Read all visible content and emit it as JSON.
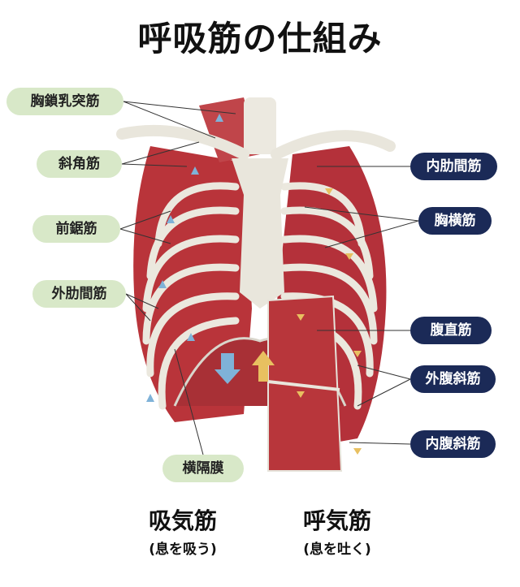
{
  "title": "呼吸筋の仕組み",
  "inspiratory_labels": [
    "胸鎖乳突筋",
    "斜角筋",
    "前鋸筋",
    "外肋間筋",
    "横隔膜"
  ],
  "expiratory_labels": [
    "内肋間筋",
    "胸横筋",
    "腹直筋",
    "外腹斜筋",
    "内腹斜筋"
  ],
  "footer": {
    "inspiratory": {
      "title": "吸気筋",
      "sub": "(息を吸う)"
    },
    "expiratory": {
      "title": "呼気筋",
      "sub": "(息を吐く)"
    }
  },
  "colors": {
    "inspiratory_pill": "#d8e8c8",
    "expiratory_pill": "#1b2a57",
    "muscle": "#b9343a",
    "bone": "#e9e6dc",
    "arrow_in": "#7fb2d8",
    "arrow_out": "#e8c060"
  }
}
